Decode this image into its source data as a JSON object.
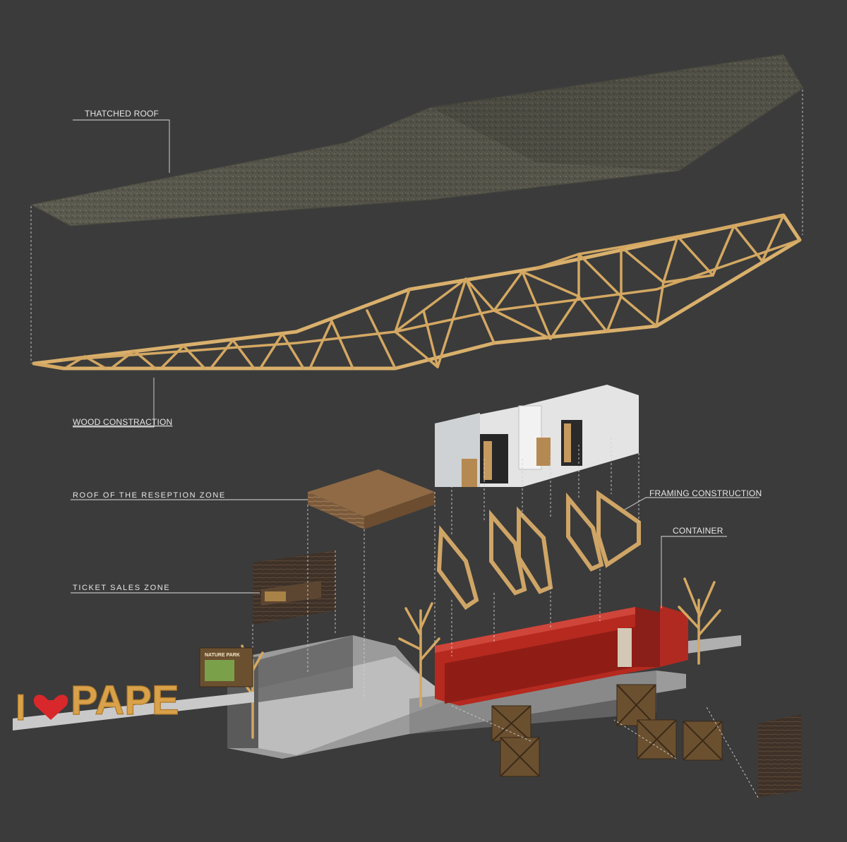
{
  "labels": {
    "thatched_roof": "THATCHED ROOF",
    "wood_construction": "WOOD CONSTRACTION",
    "roof_reception": "ROOF OF THE RESEPTION ZONE",
    "ticket_sales": "TICKET SALES ZONE",
    "framing_construction": "FRAMING CONSTRUCTION",
    "container": "CONTAINER"
  },
  "sign": {
    "letter_i": "I",
    "word": "PAPE",
    "board_title": "NATURE PARK"
  },
  "colors": {
    "background": "#3b3b3b",
    "thatch": "#5d5c51",
    "wood": "#d9b06c",
    "container_red": "#b5291f",
    "sign_heart": "#d8282b"
  }
}
